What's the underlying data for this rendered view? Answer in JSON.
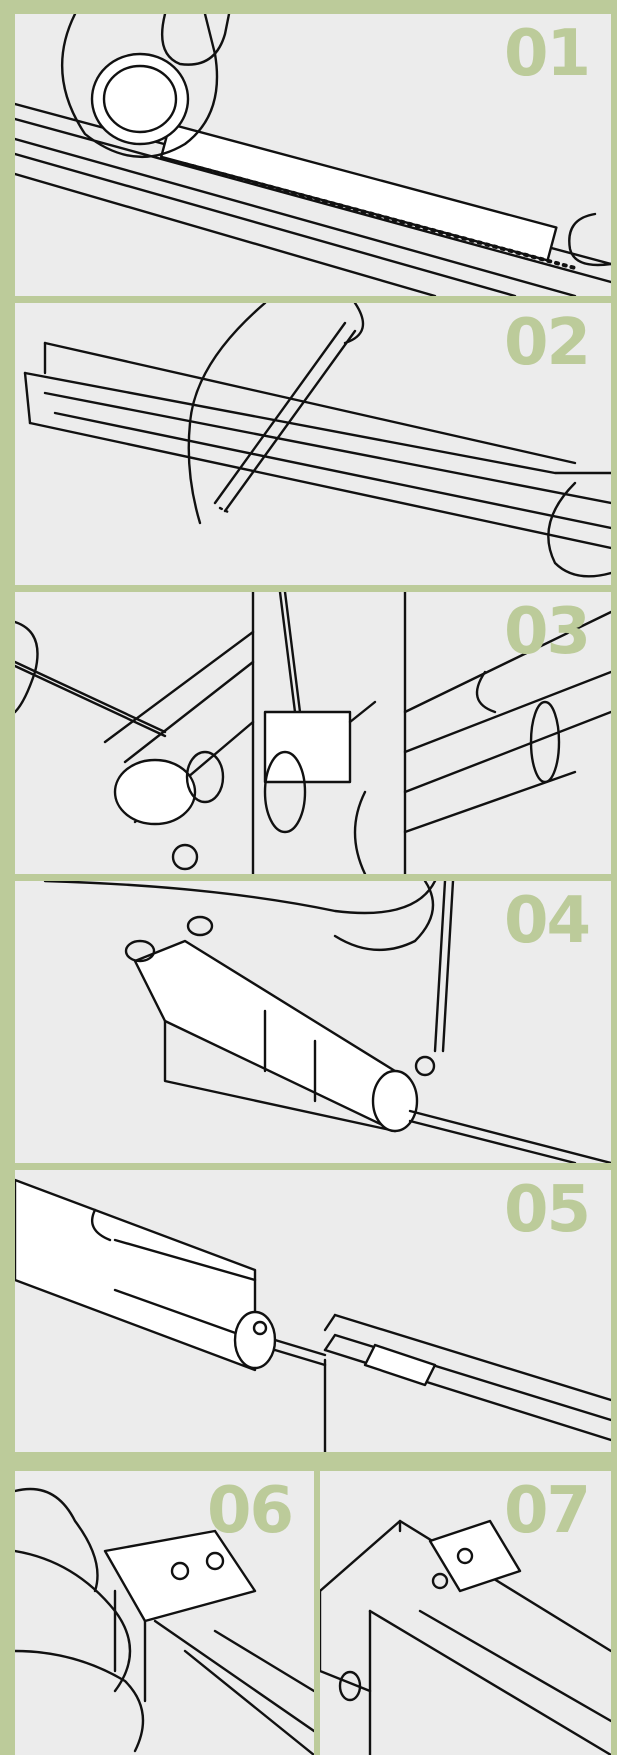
{
  "colors": {
    "frame": "#bccb9a",
    "number": "#bccb9a",
    "panel_background": "#ececec",
    "line_art": "#111111"
  },
  "steps": [
    {
      "number": "01",
      "icon": "tape-measure-on-rail-icon"
    },
    {
      "number": "02",
      "icon": "hacksaw-cutting-rail-icon"
    },
    {
      "number": "03",
      "icon": "hook-into-carrier-icon"
    },
    {
      "number": "04",
      "icon": "cord-through-end-cap-icon"
    },
    {
      "number": "05",
      "icon": "slide-carrier-into-rail-icon"
    },
    {
      "number": "06",
      "icon": "attach-bracket-icon"
    },
    {
      "number": "07",
      "icon": "finished-rail-end-icon"
    }
  ]
}
